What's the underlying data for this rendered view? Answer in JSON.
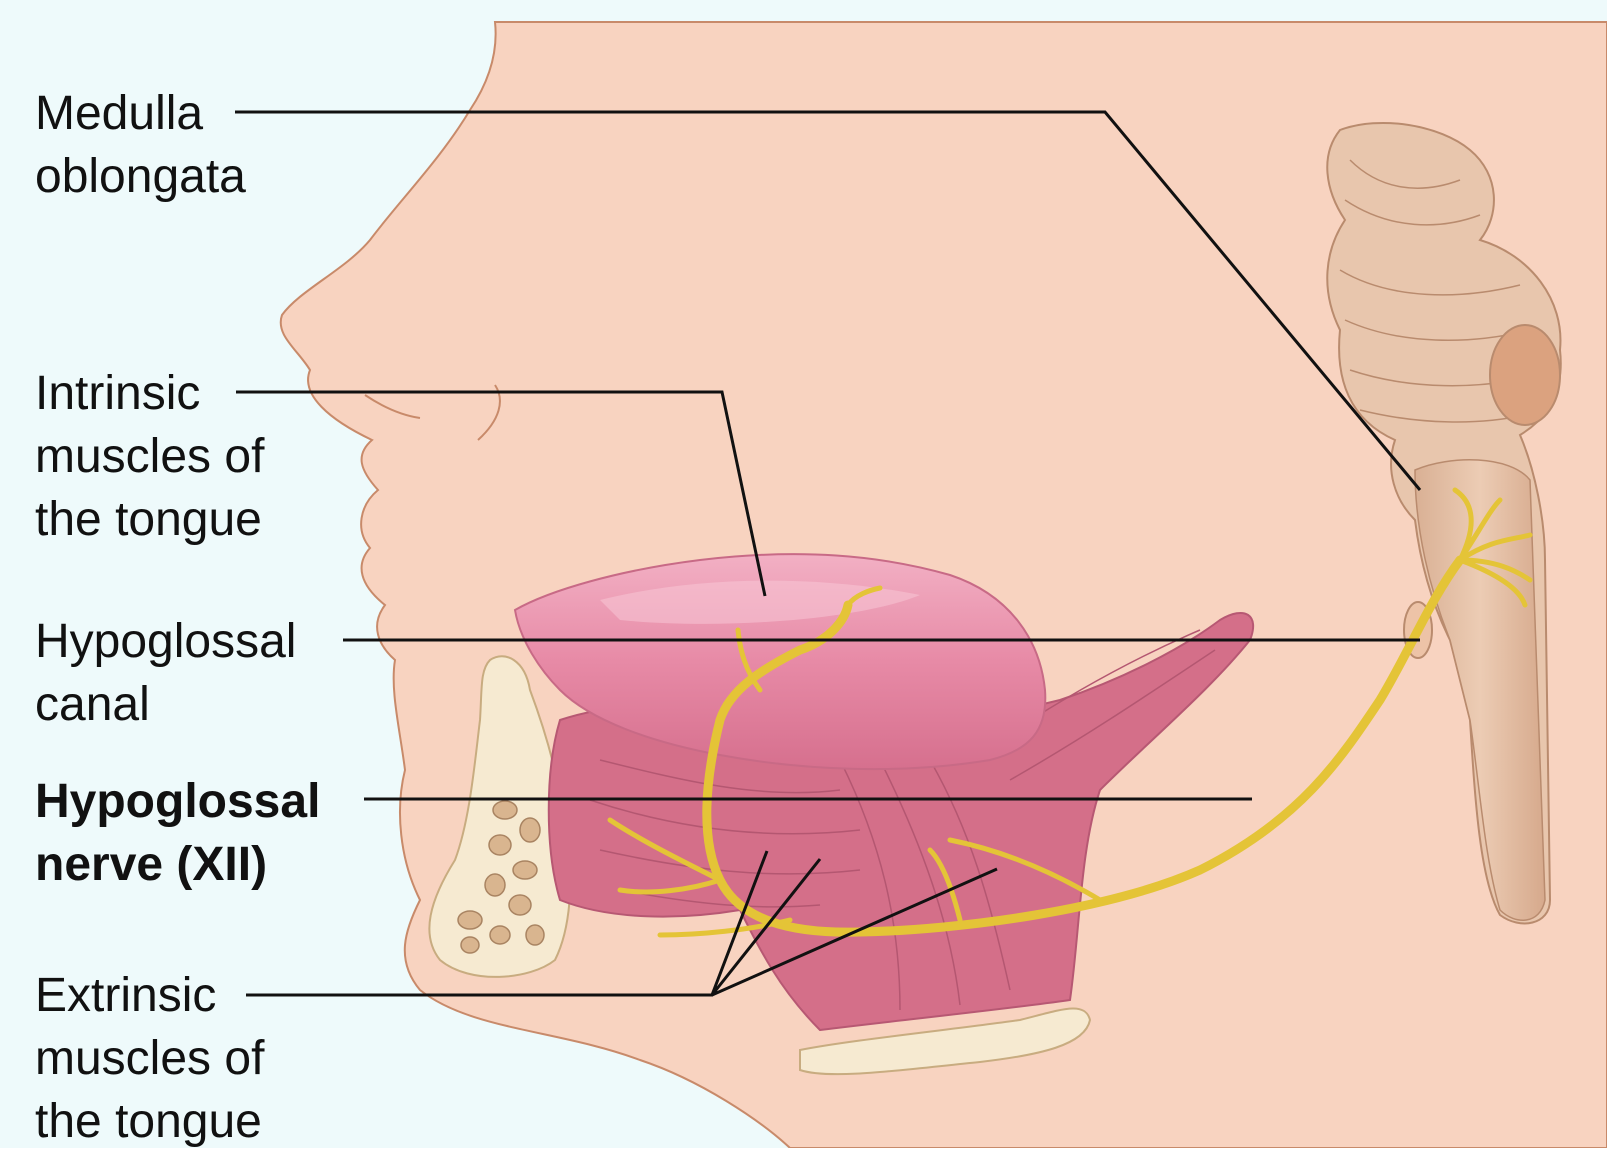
{
  "figure": {
    "colors": {
      "background": "#eefafb",
      "skin": "#f8d3c0",
      "skin_outline": "#c88a6a",
      "tongue": "#e58aa6",
      "muscle": "#d9708a",
      "nerve": "#e4c437",
      "brainstem": "#e6c0a5",
      "bone": "#f6ead1",
      "leader_line": "#111111"
    },
    "labels": [
      {
        "id": "medulla",
        "lines": [
          "Medulla",
          "oblongata"
        ],
        "bold": false
      },
      {
        "id": "intrinsic",
        "lines": [
          "Intrinsic",
          "muscles of",
          "the tongue"
        ],
        "bold": false
      },
      {
        "id": "canal",
        "lines": [
          "Hypoglossal",
          "canal"
        ],
        "bold": false
      },
      {
        "id": "nerve",
        "lines": [
          "Hypoglossal",
          "nerve (XII)"
        ],
        "bold": true
      },
      {
        "id": "extrinsic",
        "lines": [
          "Extrinsic",
          "muscles of",
          "the tongue"
        ],
        "bold": false
      }
    ]
  }
}
